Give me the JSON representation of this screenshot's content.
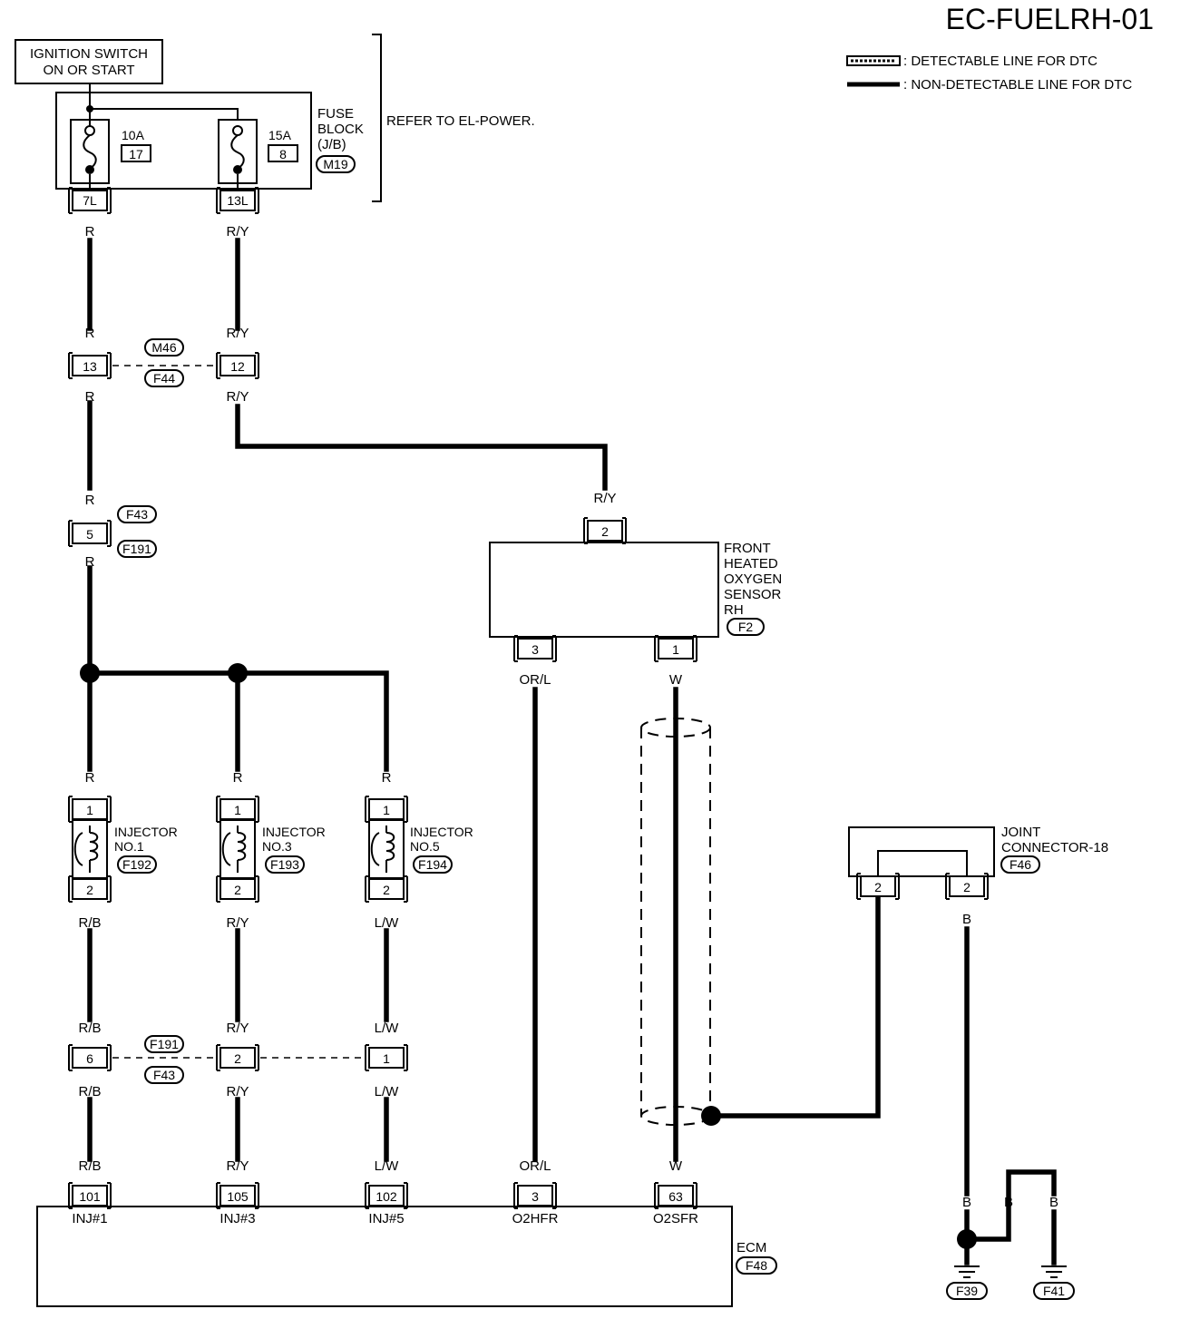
{
  "title": "EC-FUELRH-01",
  "legend": {
    "detectable": ": DETECTABLE LINE FOR DTC",
    "non_detectable": ": NON-DETECTABLE LINE FOR DTC"
  },
  "ignition": {
    "line1": "IGNITION SWITCH",
    "line2": "ON OR START"
  },
  "fuse_block": {
    "label_1": "FUSE",
    "label_2": "BLOCK",
    "label_3": "(J/B)",
    "connector": "M19",
    "refer": "REFER TO EL-POWER.",
    "fuse_a_rating": "10A",
    "fuse_a_num": "17",
    "fuse_b_rating": "15A",
    "fuse_b_num": "8",
    "terminal_a": "7L",
    "terminal_b": "13L"
  },
  "colors": {
    "r": "R",
    "ry": "R/Y",
    "rb": "R/B",
    "lw": "L/W",
    "orl": "OR/L",
    "w": "W",
    "b": "B"
  },
  "conn_m46": {
    "top": "M46",
    "bottom": "F44",
    "pin_a": "13",
    "pin_b": "12"
  },
  "conn_f43": {
    "top": "F43",
    "bottom": "F191",
    "pin": "5"
  },
  "sensor": {
    "line1": "FRONT",
    "line2": "HEATED",
    "line3": "OXYGEN",
    "line4": "SENSOR",
    "line5": "RH",
    "connector": "F2",
    "pin_top": "2",
    "pin_left": "3",
    "pin_right": "1"
  },
  "injectors": [
    {
      "name1": "INJECTOR",
      "name2": "NO.1",
      "connector": "F192",
      "pin_top": "1",
      "pin_bottom": "2"
    },
    {
      "name1": "INJECTOR",
      "name2": "NO.3",
      "connector": "F193",
      "pin_top": "1",
      "pin_bottom": "2"
    },
    {
      "name1": "INJECTOR",
      "name2": "NO.5",
      "connector": "F194",
      "pin_top": "1",
      "pin_bottom": "2"
    }
  ],
  "conn_f191": {
    "top": "F191",
    "bottom": "F43",
    "pin_a": "6",
    "pin_b": "2",
    "pin_c": "1"
  },
  "joint": {
    "line1": "JOINT",
    "line2": "CONNECTOR-18",
    "connector": "F46",
    "pin_a": "2",
    "pin_b": "2"
  },
  "ecm": {
    "label": "ECM",
    "connector": "F48",
    "pins": [
      {
        "num": "101",
        "name": "INJ#1"
      },
      {
        "num": "105",
        "name": "INJ#3"
      },
      {
        "num": "102",
        "name": "INJ#5"
      },
      {
        "num": "3",
        "name": "O2HFR"
      },
      {
        "num": "63",
        "name": "O2SFR"
      }
    ]
  },
  "grounds": {
    "a": "F39",
    "b": "F41"
  }
}
